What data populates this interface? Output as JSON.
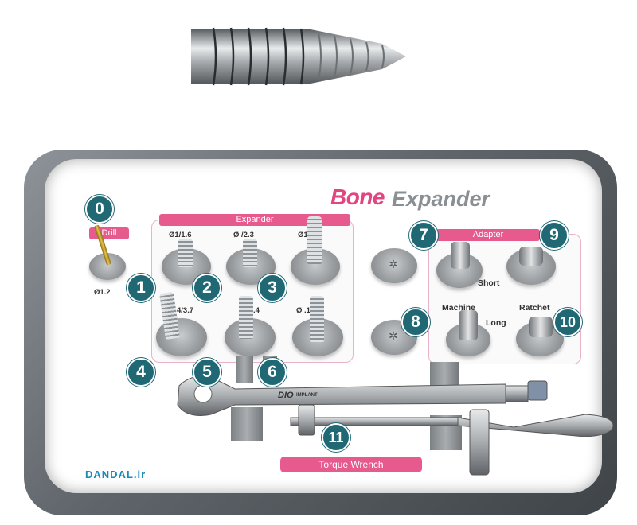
{
  "brand": {
    "part1": "Bone",
    "part2": "Expander"
  },
  "drill": {
    "label": "Drill",
    "size": "Ø1.2"
  },
  "expander": {
    "title": "Expander",
    "row1_sizes": [
      "Ø1/1.6",
      "Ø /2.3",
      "Ø1 .1"
    ],
    "row2_sizes": [
      "4/3.7",
      ".4",
      "Ø .1"
    ]
  },
  "adapter": {
    "title": "Adapter",
    "short": "Short",
    "machine": "Machine",
    "ratchet": "Ratchet",
    "long": "Long"
  },
  "wrench": {
    "label": "Torque Wrench",
    "brand": "DIO",
    "brand_sub": "IMPLANT"
  },
  "badges": [
    "0",
    "1",
    "2",
    "3",
    "4",
    "5",
    "6",
    "7",
    "8",
    "9",
    "10",
    "11"
  ],
  "watermark": {
    "text": "DANDAL.ir",
    "color": "#1a89b9"
  },
  "colors": {
    "accent_pink": "#e65a8e",
    "badge_teal": "#1f6874",
    "tray_gray": "#5e6469"
  }
}
